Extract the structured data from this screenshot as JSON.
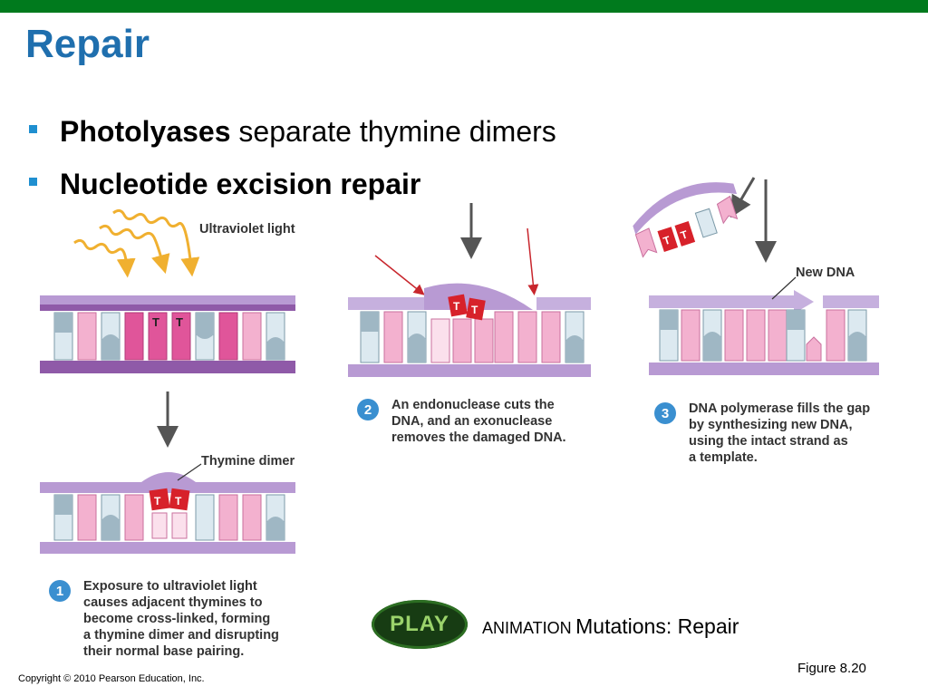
{
  "slide": {
    "title": "Repair",
    "bullets": [
      {
        "bold": "Photolyases",
        "rest": " separate thymine dimers"
      },
      {
        "bold": "Nucleotide excision repair",
        "rest": ""
      }
    ]
  },
  "figure": {
    "labels": {
      "ultraviolet_light": "Ultraviolet light",
      "thymine_dimer": "Thymine dimer",
      "new_dna": "New DNA",
      "base_t": "T"
    },
    "steps": [
      {
        "number": "1",
        "text": "Exposure to ultraviolet light\ncauses adjacent thymines to\nbecome cross-linked, forming\na thymine dimer and disrupting\ntheir normal base pairing."
      },
      {
        "number": "2",
        "text": "An endonuclease cuts the\nDNA, and an exonuclease\nremoves the damaged DNA."
      },
      {
        "number": "3",
        "text": "DNA polymerase fills the gap\nby synthesizing new DNA,\nusing the intact strand as\na template."
      }
    ],
    "colors": {
      "backbone": "#b89ad3",
      "backbone_dark": "#8f5aa8",
      "pink": "#f3b1cf",
      "magenta": "#e0559a",
      "blue_gray": "#9fb7c4",
      "light_blue": "#dce9f0",
      "dimer_red": "#d7212a",
      "arrow_gray": "#555555",
      "arrow_red": "#c8262d"
    }
  },
  "animation": {
    "play_label": "PLAY",
    "prefix": "ANIMATION",
    "title": "Mutations: Repair"
  },
  "footer": {
    "figure_ref": "Figure 8.20",
    "copyright": "Copyright © 2010 Pearson Education, Inc."
  }
}
